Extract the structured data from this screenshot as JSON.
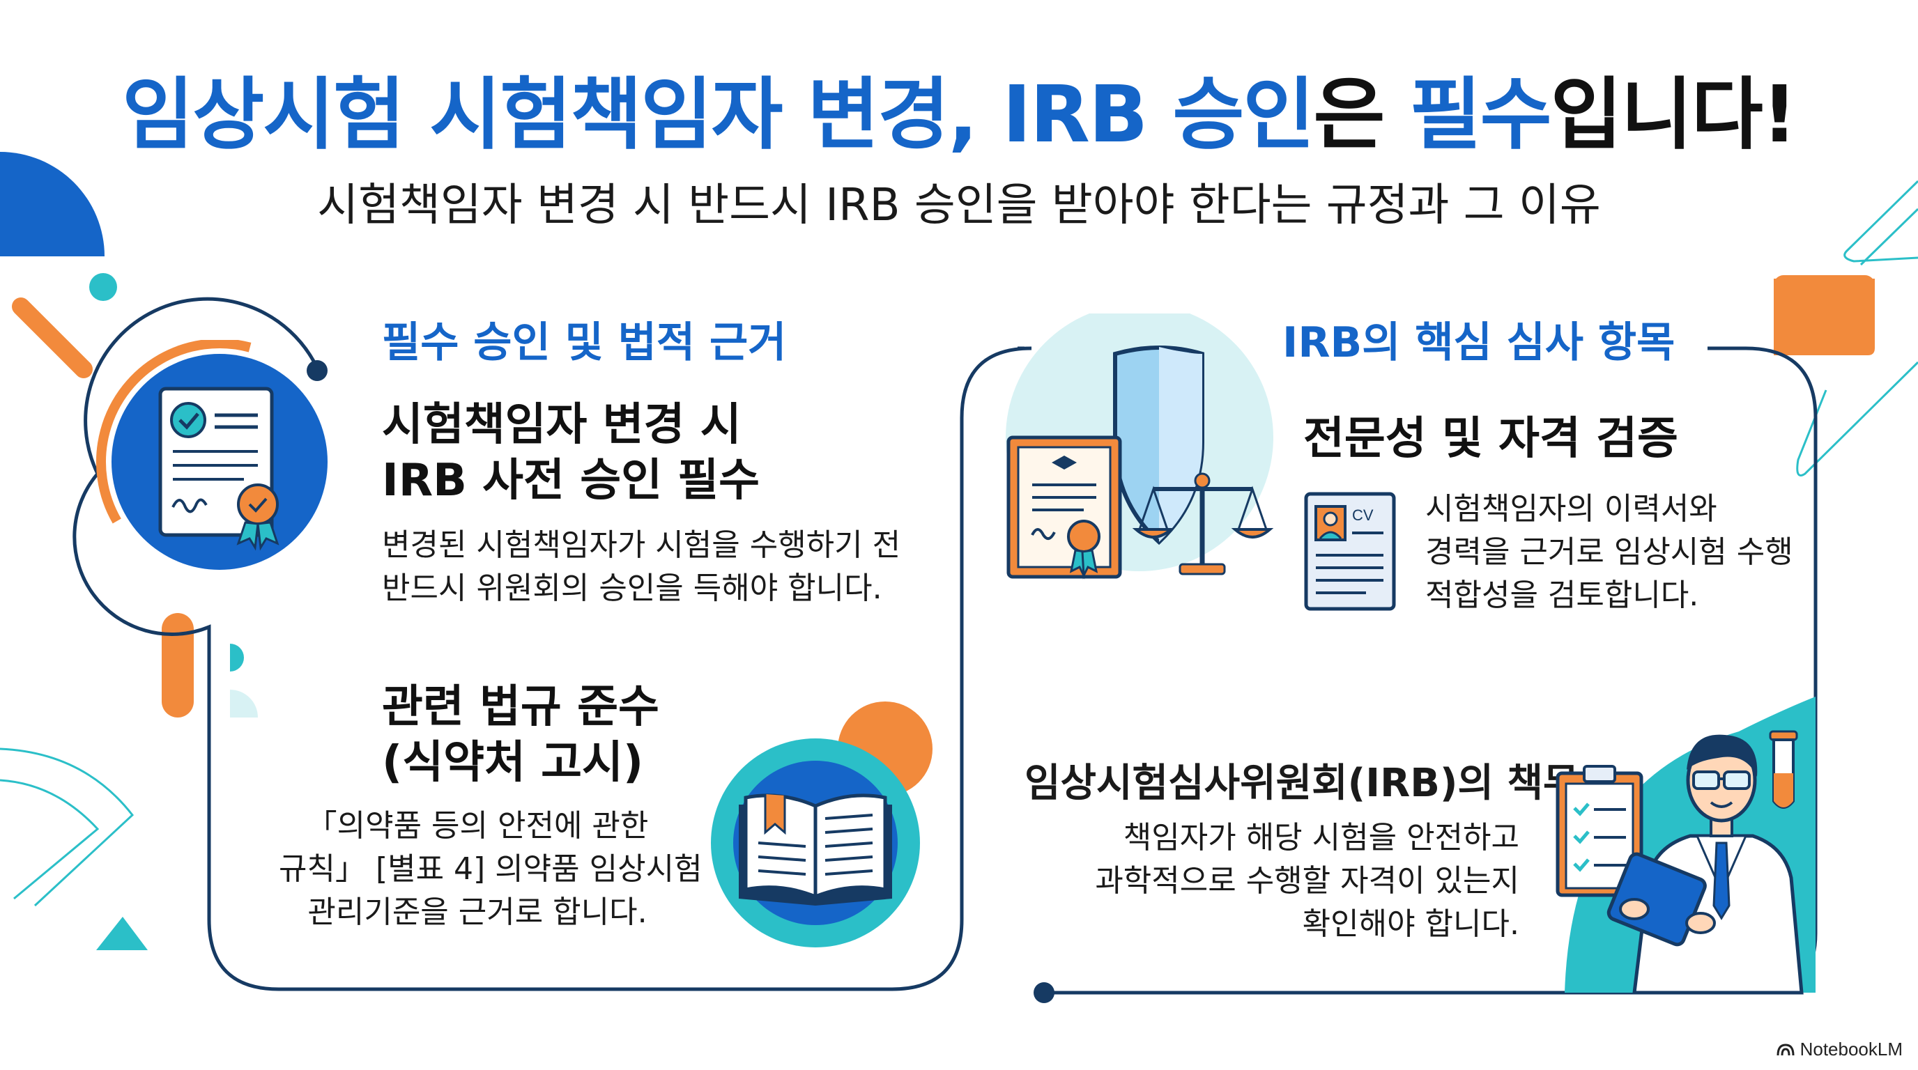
{
  "title": {
    "part1": "임상시험 시험책임자 변경, IRB 승인",
    "part2": "은 ",
    "part3": "필수",
    "part4": "입니다!"
  },
  "subtitle": "시험책임자 변경 시 반드시 IRB 승인을 받아야 한다는 규정과 그 이유",
  "left_section": {
    "heading": "필수 승인 및 법적 근거",
    "card1": {
      "title_lines": [
        "시험책임자 변경 시",
        "IRB 사전 승인 필수"
      ],
      "body_lines": [
        "변경된 시험책임자가 시험을 수행하기 전",
        "반드시 위원회의 승인을 득해야 합니다."
      ]
    },
    "card2": {
      "title_lines": [
        "관련 법규 준수",
        "(식약처 고시)"
      ],
      "body_lines": [
        "「의약품 등의 안전에 관한",
        "규칙」 [별표 4] 의약품 임상시험",
        "관리기준을 근거로 합니다."
      ]
    }
  },
  "right_section": {
    "heading": "IRB의 핵심 심사 항목",
    "card1": {
      "title": "전문성 및 자격 검증",
      "cv_label": "CV",
      "body_lines": [
        "시험책임자의 이력서와",
        "경력을 근거로 임상시험 수행",
        "적합성을 검토합니다."
      ]
    },
    "card2": {
      "title": "임상시험심사위원회(IRB)의 책무",
      "body_lines": [
        "책임자가 해당 시험을 안전하고",
        "과학적으로 수행할 자격이 있는지",
        "확인해야 합니다."
      ]
    }
  },
  "footer": {
    "brand": "NotebookLM"
  },
  "colors": {
    "blue": "#1565c8",
    "navy": "#163a63",
    "teal": "#2bbfc8",
    "orange": "#f28a3c",
    "light_teal": "#d8f2f4"
  },
  "icons": [
    "document-certificate-icon",
    "open-book-icon",
    "shield-scales-icon",
    "cv-document-icon",
    "scientist-clipboard-icon",
    "test-tube-icon",
    "notebooklm-logo-icon"
  ]
}
